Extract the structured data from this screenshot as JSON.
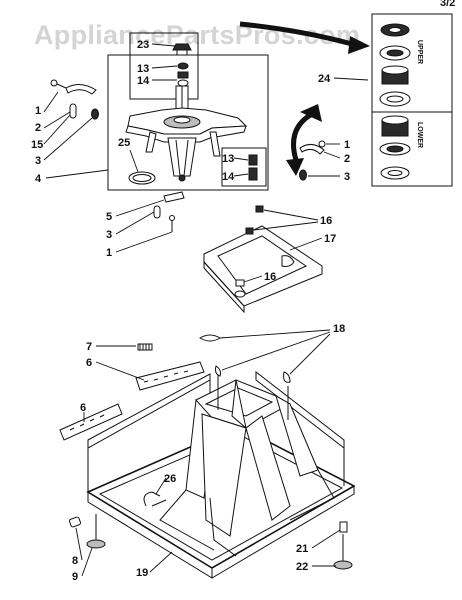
{
  "watermark": {
    "text": "AppliancePartsPros.com"
  },
  "corner_fragment": "3/2",
  "inset": {
    "upper_label": "UPPER",
    "lower_label": "LOWER"
  },
  "callouts": {
    "c23": "23",
    "c13_top": "13",
    "c14_top": "14",
    "c24": "24",
    "c1_a": "1",
    "c2_a": "2",
    "c15": "15",
    "c3_a": "3",
    "c4": "4",
    "c25": "25",
    "c1_b": "1",
    "c2_b": "2",
    "c3_b": "3",
    "c13_low": "13",
    "c14_low": "14",
    "c5": "5",
    "c3_c": "3",
    "c1_c": "1",
    "c16_a": "16",
    "c17": "17",
    "c16_b": "16",
    "c7": "7",
    "c6_a": "6",
    "c18": "18",
    "c6_b": "6",
    "c26": "26",
    "c8": "8",
    "c9": "9",
    "c19": "19",
    "c21": "21",
    "c22": "22"
  },
  "colors": {
    "line": "#111111",
    "watermark": "#d4d4d4",
    "background": "#ffffff"
  }
}
